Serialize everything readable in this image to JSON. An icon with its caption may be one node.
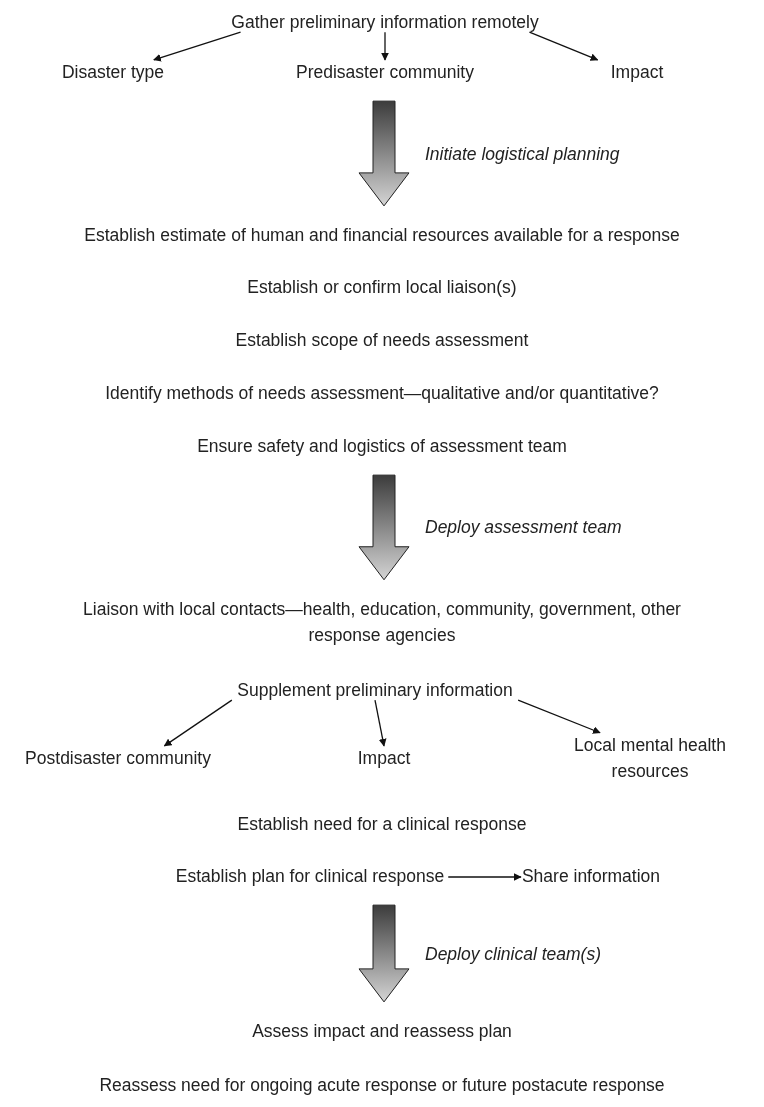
{
  "diagram": {
    "nodes": [
      {
        "text": [
          "Gather preliminary information remotely"
        ]
      },
      {
        "text": [
          "Disaster type"
        ]
      },
      {
        "text": [
          "Predisaster community"
        ]
      },
      {
        "text": [
          "Impact"
        ]
      },
      {
        "text": [
          "Establish estimate of human and financial resources available for a response"
        ]
      },
      {
        "text": [
          "Establish or confirm local liaison(s)"
        ]
      },
      {
        "text": [
          "Establish scope of needs assessment"
        ]
      },
      {
        "text": [
          "Identify methods of needs assessment—qualitative and/or quantitative?"
        ]
      },
      {
        "text": [
          "Ensure safety and logistics of assessment team"
        ]
      },
      {
        "text": [
          "Liaison with local contacts—health, education, community, government, other response agencies"
        ]
      },
      {
        "text": [
          "Supplement preliminary information"
        ]
      },
      {
        "text": [
          "Postdisaster community"
        ]
      },
      {
        "text": [
          "Impact"
        ]
      },
      {
        "text": [
          "Local mental health resources"
        ]
      },
      {
        "text": [
          "Establish need for a clinical response"
        ]
      },
      {
        "text": [
          "Establish plan for clinical response"
        ]
      },
      {
        "text": [
          "Share information"
        ]
      },
      {
        "text": [
          "Assess impact and reassess plan"
        ]
      },
      {
        "text": [
          "Reassess need for ongoing acute response or future postacute response"
        ]
      }
    ],
    "edges": [
      {
        "from": 0,
        "to": 1,
        "arrow": "to"
      },
      {
        "from": 0,
        "to": 2,
        "arrow": "to"
      },
      {
        "from": 0,
        "to": 3,
        "arrow": "to"
      },
      {
        "from": 2,
        "to": 4,
        "arrow": "to",
        "label": "Initiate logistical planning",
        "style": "thick"
      },
      {
        "from": 8,
        "to": 9,
        "arrow": "to",
        "label": "Deploy assessment team",
        "style": "thick"
      },
      {
        "from": 10,
        "to": 11,
        "arrow": "to"
      },
      {
        "from": 10,
        "to": 12,
        "arrow": "to"
      },
      {
        "from": 10,
        "to": 13,
        "arrow": "to"
      },
      {
        "from": 15,
        "to": 16,
        "arrow": "to"
      },
      {
        "from": 15,
        "to": 17,
        "arrow": "to",
        "label": "Deploy clinical team(s)",
        "style": "thick"
      }
    ]
  }
}
